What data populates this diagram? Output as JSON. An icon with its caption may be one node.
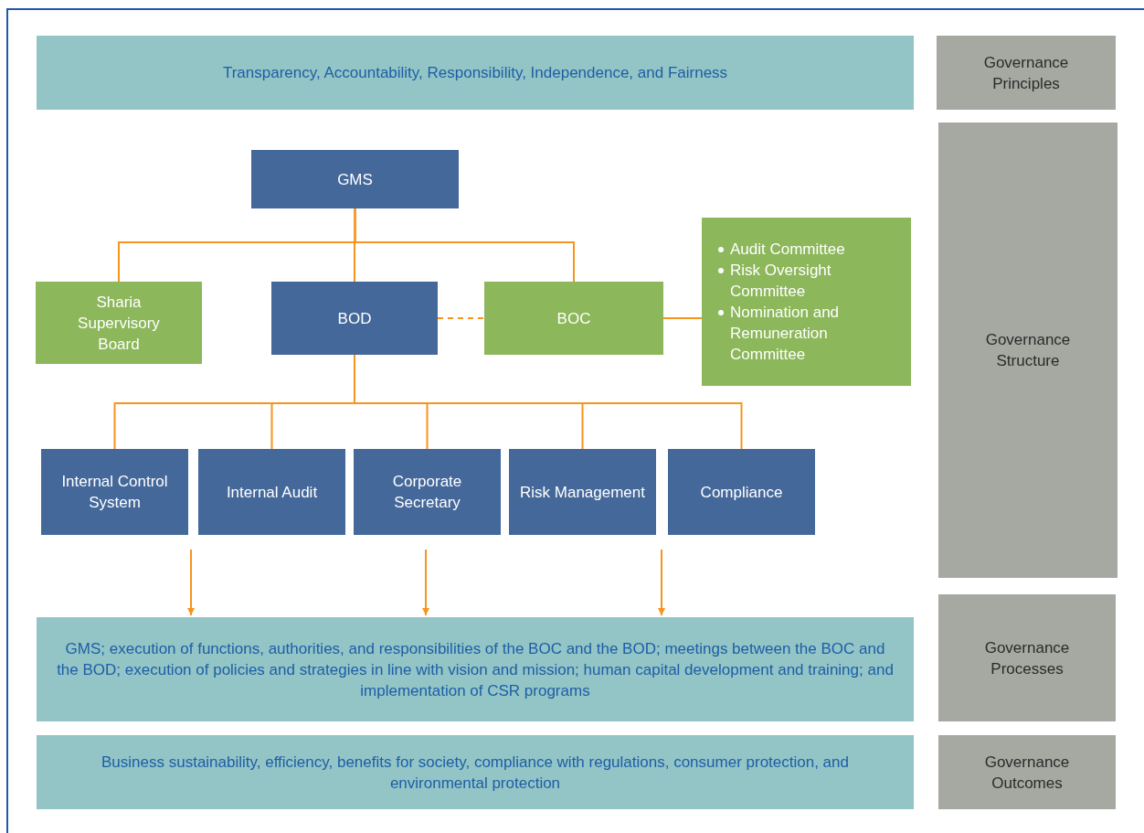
{
  "diagram": {
    "nodes": [
      {
        "text": [
          "Transparency, Accountability, Responsibility, Independence, and Fairness"
        ]
      },
      {
        "text": [
          "Governance Principles"
        ]
      },
      {
        "text": [
          "GMS"
        ]
      },
      {
        "text": [
          "Sharia Supervisory Board"
        ]
      },
      {
        "text": [
          "BOD"
        ]
      },
      {
        "text": [
          "BOC"
        ]
      },
      {
        "text": [
          "Audit Committee",
          "Risk Oversight Committee",
          "Nomination and Remuneration Committee"
        ]
      },
      {
        "text": [
          "Governance Structure"
        ]
      },
      {
        "text": [
          "Internal Control System"
        ]
      },
      {
        "text": [
          "Internal Audit"
        ]
      },
      {
        "text": [
          "Corporate Secretary"
        ]
      },
      {
        "text": [
          "Risk Management"
        ]
      },
      {
        "text": [
          "Compliance"
        ]
      },
      {
        "text": [
          "GMS; execution of functions, authorities, and responsibilities of the BOC and the BOD; meetings between the BOC and the BOD; execution of policies and strategies in line with vision and mission; human capital development and training; and implementation of CSR programs"
        ]
      },
      {
        "text": [
          "Governance Processes"
        ]
      },
      {
        "text": [
          "Business sustainability, efficiency, benefits for society, compliance with regulations, consumer protection, and environmental protection"
        ]
      },
      {
        "text": [
          "Governance Outcomes"
        ]
      }
    ],
    "edges": [
      {
        "from": 2,
        "to": 3,
        "arrow": "none"
      },
      {
        "from": 2,
        "to": 4,
        "arrow": "none"
      },
      {
        "from": 2,
        "to": 5,
        "arrow": "none"
      },
      {
        "from": 4,
        "to": 5,
        "arrow": "none",
        "style": "dashed"
      },
      {
        "from": 5,
        "to": 6,
        "arrow": "none"
      },
      {
        "from": 4,
        "to": 8,
        "arrow": "none"
      },
      {
        "from": 4,
        "to": 9,
        "arrow": "none"
      },
      {
        "from": 4,
        "to": 10,
        "arrow": "none"
      },
      {
        "from": 4,
        "to": 11,
        "arrow": "none"
      },
      {
        "from": 4,
        "to": 12,
        "arrow": "none"
      },
      {
        "from": null,
        "to": 13,
        "arrow": "to"
      },
      {
        "from": null,
        "to": 13,
        "arrow": "to"
      },
      {
        "from": null,
        "to": 13,
        "arrow": "to"
      }
    ]
  }
}
